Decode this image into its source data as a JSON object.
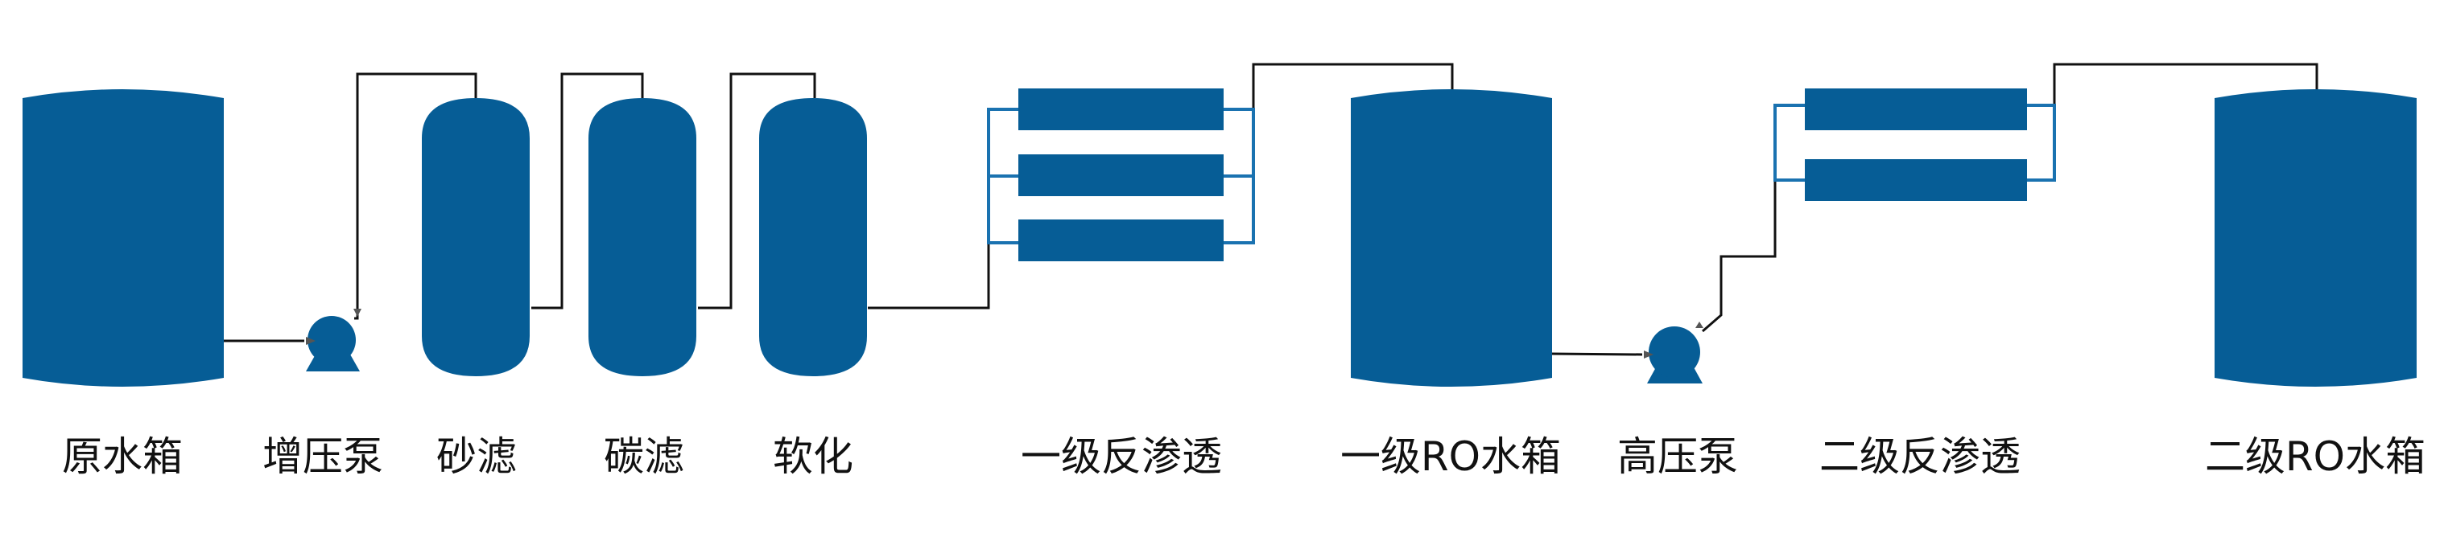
{
  "colors": {
    "equipment": "#065d96",
    "header_pipe": "#1a72b0",
    "pipe": "#111111",
    "label": "#111111",
    "background": "#ffffff"
  },
  "labels": {
    "raw_tank": "原水箱",
    "booster_pump": "增压泵",
    "sand_filter": "砂滤",
    "carbon_filter": "碳滤",
    "softener": "软化",
    "ro1": "一级反渗透",
    "ro1_tank": "一级RO水箱",
    "hp_pump": "高压泵",
    "ro2": "二级反渗透",
    "ro2_tank": "二级RO水箱"
  }
}
